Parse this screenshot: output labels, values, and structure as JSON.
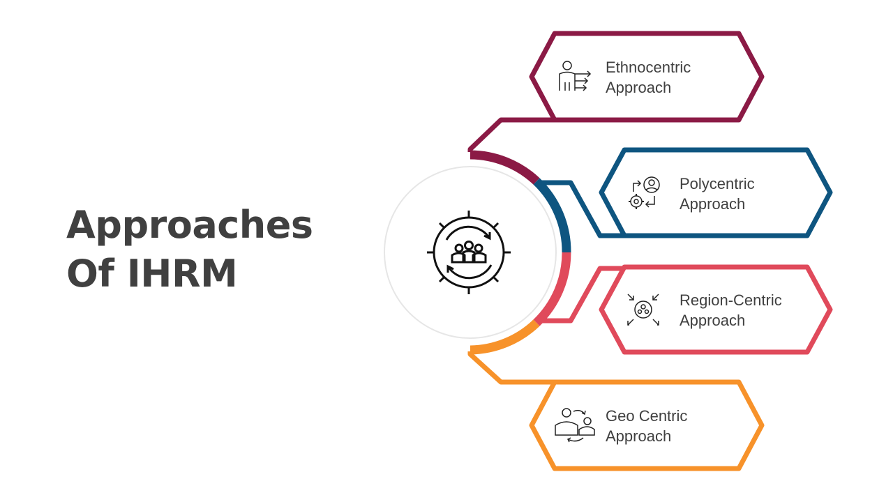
{
  "title": {
    "line1": "Approaches",
    "line2": "Of IHRM"
  },
  "center": {
    "icon": "gear-team-icon"
  },
  "items": [
    {
      "line1": "Ethnocentric",
      "line2": "Approach",
      "color": "#8B1A45",
      "icon": "person-arrows-icon"
    },
    {
      "line1": "Polycentric",
      "line2": "Approach",
      "color": "#0E5580",
      "icon": "gear-person-cycle-icon"
    },
    {
      "line1": "Region-Centric",
      "line2": "Approach",
      "color": "#E04A5B",
      "icon": "group-arrows-icon"
    },
    {
      "line1": "Geo Centric",
      "line2": "Approach",
      "color": "#F7922A",
      "icon": "people-exchange-icon"
    }
  ]
}
